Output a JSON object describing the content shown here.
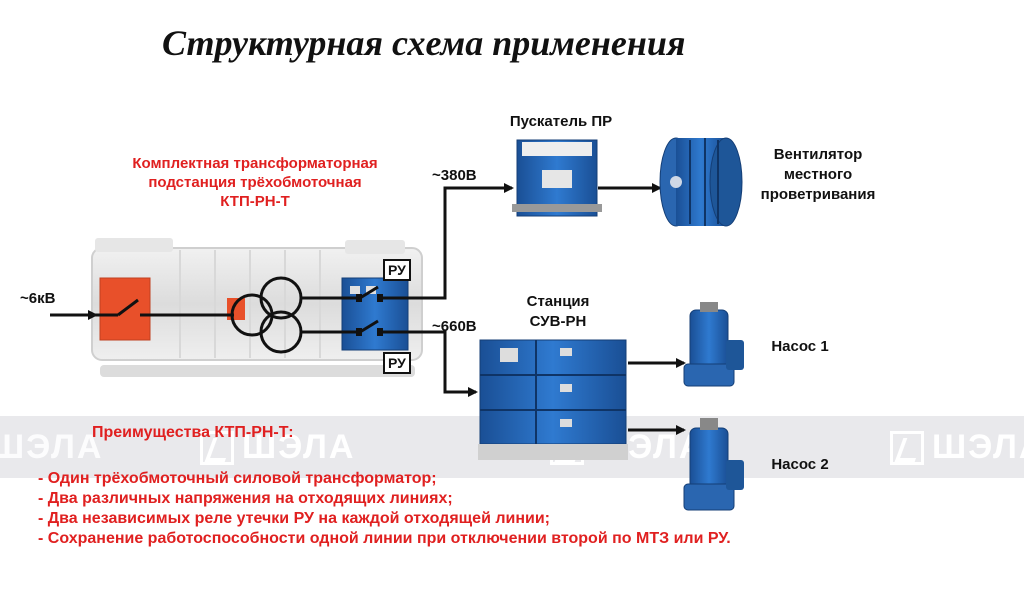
{
  "title": "Структурная схема применения",
  "ktp": {
    "title_line1": "Комплектная трансформаторная",
    "title_line2": "подстанция трёхобмоточная",
    "title_line3": "КТП-РН-Т",
    "ru_tag_top": "РУ",
    "ru_tag_bottom": "РУ"
  },
  "voltages": {
    "input": "~6кВ",
    "out_380": "~380В",
    "out_660": "~660В"
  },
  "starter": {
    "title": "Пускатель ПР"
  },
  "fan": {
    "line1": "Вентилятор",
    "line2": "местного",
    "line3": "проветривания"
  },
  "station": {
    "line1": "Станция",
    "line2": "СУВ-РН"
  },
  "pumps": {
    "pump1": "Насос 1",
    "pump2": "Насос 2"
  },
  "advantages": {
    "title": "Преимущества КТП-РН-Т:",
    "items": [
      "- Один трёхобмоточный силовой трансформатор;",
      "- Два различных напряжения на отходящих линиях;",
      "- Два независимых реле утечки РУ на каждой отходящей линии;",
      "- Сохранение работоспособности одной линии при отключении второй по МТЗ или РУ."
    ]
  },
  "watermark": {
    "text": "ШЭЛА"
  },
  "colors": {
    "accent_red": "#e02020",
    "equipment_blue": "#1f5fa8",
    "cabinet_orange": "#e8502a"
  }
}
